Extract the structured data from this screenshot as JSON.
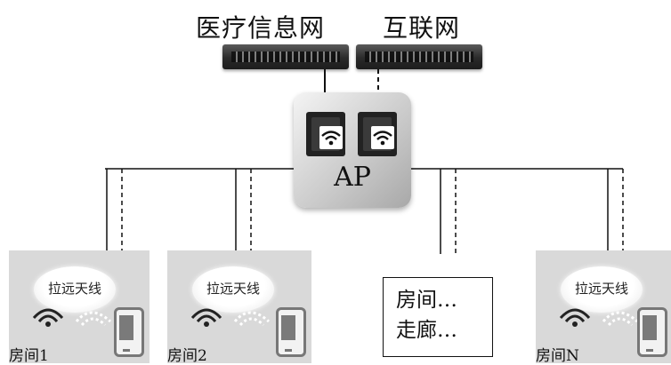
{
  "networks": {
    "medical": "医疗信息网",
    "internet": "互联网"
  },
  "ap": {
    "label": "AP"
  },
  "rooms": [
    {
      "name": "房间1",
      "antenna": "拉远天线"
    },
    {
      "name": "房间2",
      "antenna": "拉远天线"
    },
    {
      "name": "房间N",
      "antenna": "拉远天线"
    }
  ],
  "corridor": {
    "line1": "房间…",
    "line2": "走廊…"
  },
  "icons": {
    "switch": "network-switch-icon",
    "radio": "wifi-radio-icon",
    "signal": "wifi-signal-icon",
    "phone": "smartphone-icon"
  },
  "colors": {
    "room_bg": "#d9d9d9",
    "switch": "#2a2a2a",
    "ap_box": "#c8c8c8"
  }
}
